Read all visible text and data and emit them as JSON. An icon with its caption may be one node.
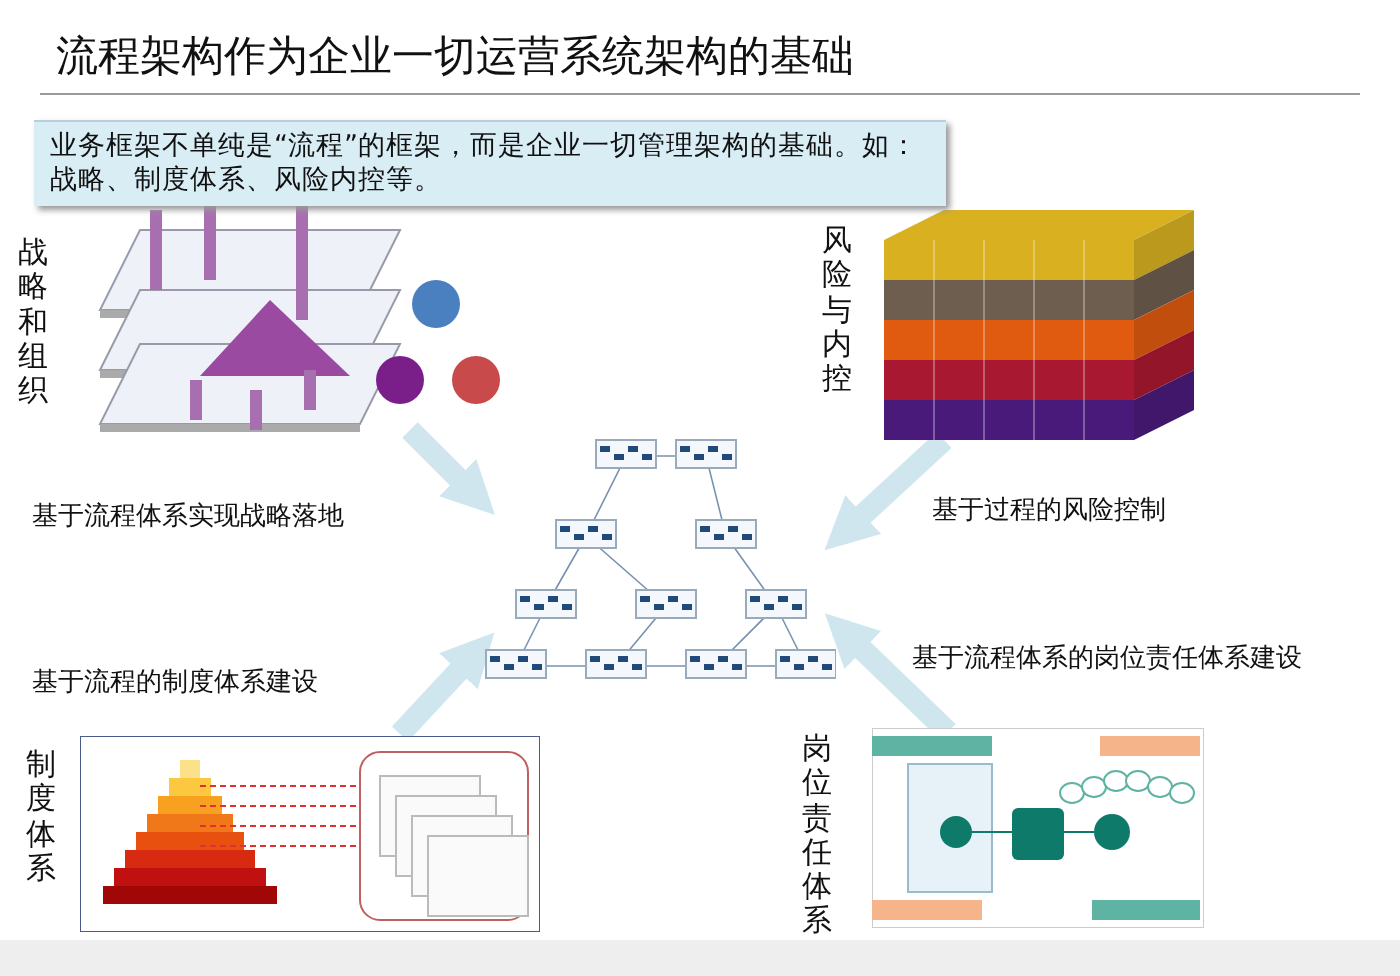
{
  "diagram": {
    "title": "流程架构作为企业一切运营系统架构的基础",
    "nodes": [
      {
        "text": [
          "业务框架不单纯是“流程”的框架，而是企业一切管理架构的基础。如：战略、制度体系、风险内控等。"
        ]
      },
      {
        "text": [],
        "shape": "picture",
        "beside": [
          "战略和组织"
        ]
      },
      {
        "text": [],
        "shape": "picture",
        "beside": [
          "风险与内控"
        ]
      },
      {
        "text": [],
        "shape": "picture"
      },
      {
        "text": [],
        "shape": "picture",
        "beside": [
          "制度体系"
        ]
      },
      {
        "text": [],
        "shape": "picture",
        "beside": [
          "岗位责任体系"
        ]
      }
    ],
    "edges": [
      {
        "from": 1,
        "to": 3,
        "arrow": "to",
        "label": "基于流程体系实现战略落地"
      },
      {
        "from": 2,
        "to": 3,
        "arrow": "to",
        "label": "基于过程的风险控制"
      },
      {
        "from": 4,
        "to": 3,
        "arrow": "to",
        "label": "基于流程的制度体系建设"
      },
      {
        "from": 5,
        "to": 3,
        "arrow": "to",
        "label": "基于流程体系的岗位责任体系建设"
      }
    ]
  }
}
